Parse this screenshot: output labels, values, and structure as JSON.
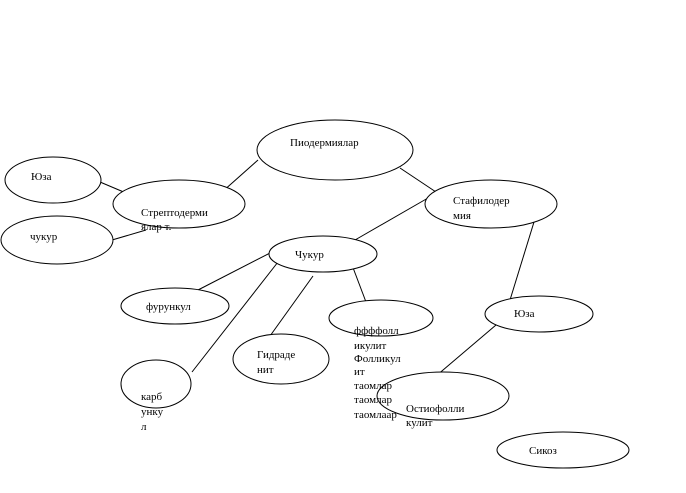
{
  "nodes": {
    "piodermiyalar": {
      "lines": [
        "Пиодермиялар"
      ]
    },
    "streptodermiyalar": {
      "lines": [
        "Стрептодерми",
        "ялар т."
      ]
    },
    "stafilodermiya": {
      "lines": [
        "Стафилодер",
        "мия"
      ]
    },
    "yuza_left": {
      "lines": [
        "Юза"
      ]
    },
    "chukur_left": {
      "lines": [
        "чукур"
      ]
    },
    "chukur_center": {
      "lines": [
        "Чукур"
      ]
    },
    "furunkul": {
      "lines": [
        "фурункул"
      ]
    },
    "karbunkul": {
      "lines": [
        "карб",
        "унку",
        "л"
      ]
    },
    "gidradenit": {
      "lines": [
        "Гидраде",
        "нит"
      ]
    },
    "follikulit": {
      "lines": [
        "ффффолл",
        "икулит",
        "Фолликул",
        "ит",
        "таомлар",
        "таомлар",
        "таомлаар"
      ]
    },
    "yuza_right": {
      "lines": [
        "Юза"
      ]
    },
    "ostiofollikulit": {
      "lines": [
        "Остиофолли",
        "кулит"
      ]
    },
    "sikoz": {
      "lines": [
        "Сикоз"
      ]
    }
  },
  "colors": {
    "stroke": "#000000",
    "fill": "#ffffff",
    "text": "#000000"
  }
}
